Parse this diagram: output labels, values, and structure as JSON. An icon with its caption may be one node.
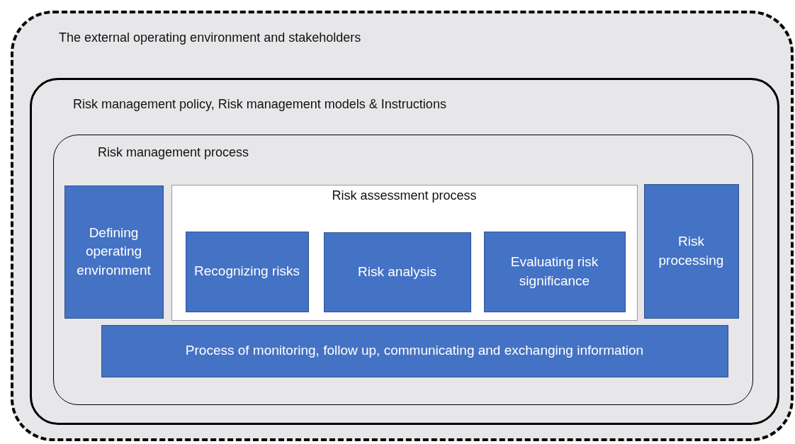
{
  "diagram": {
    "nodes": [
      {
        "text": [
          "The external operating environment and stakeholders"
        ]
      },
      {
        "text": [
          "Risk management policy, Risk management models & Instructions"
        ],
        "in": 0
      },
      {
        "text": [
          "Risk management process"
        ],
        "in": 1
      },
      {
        "text": [
          "Defining operating environment"
        ],
        "in": 2
      },
      {
        "text": [
          "Risk assessment process"
        ],
        "in": 2
      },
      {
        "text": [
          "Recognizing risks"
        ],
        "in": 4
      },
      {
        "text": [
          "Risk analysis"
        ],
        "in": 4
      },
      {
        "text": [
          "Evaluating risk significance"
        ],
        "in": 4
      },
      {
        "text": [
          "Risk processing"
        ],
        "in": 2
      },
      {
        "text": [
          "Process of monitoring, follow up, communicating and exchanging information"
        ],
        "in": 2
      }
    ]
  }
}
